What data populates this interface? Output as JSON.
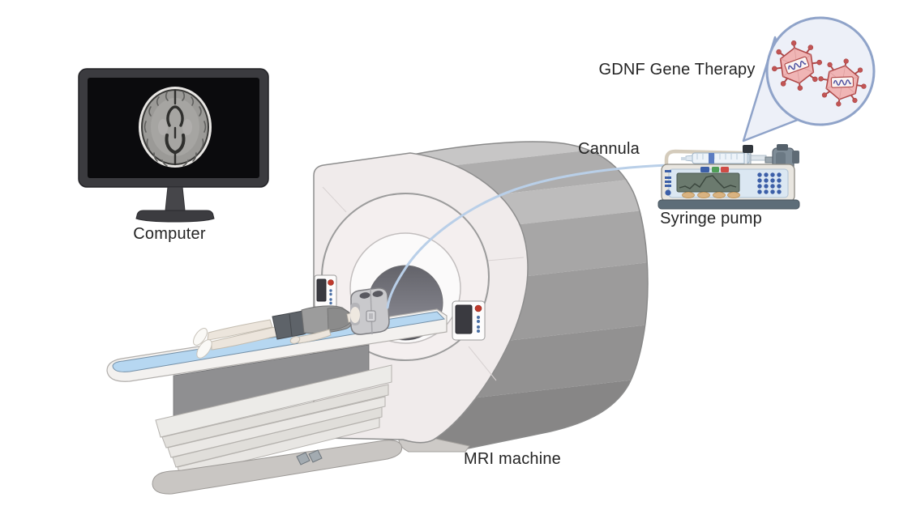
{
  "labels": {
    "computer": "Computer",
    "mri_machine": "MRI machine",
    "syringe_pump": "Syringe pump",
    "cannula": "Cannula",
    "gene_therapy": "GDNF Gene Therapy"
  },
  "colors": {
    "background": "#ffffff",
    "label_text": "#242424",
    "cannula_tube": "#b9cfe8",
    "bubble_fill": "#edf0f8",
    "bubble_stroke": "#8fa3c9",
    "virus_capsid": "#f0b5b5",
    "virus_outline": "#b04a4a",
    "virus_dna": "#4c4f9f",
    "table_top_blue": "#b6d7f1",
    "machine_face": "#f0ebeb",
    "machine_body_gray": "#aeadad",
    "pump_panel": "#dbe7f2",
    "pump_screen": "#6b7a6e",
    "pump_base": "#5d6d78",
    "monitor_frame": "#3b3b3f",
    "monitor_screen": "#0b0b0d"
  }
}
